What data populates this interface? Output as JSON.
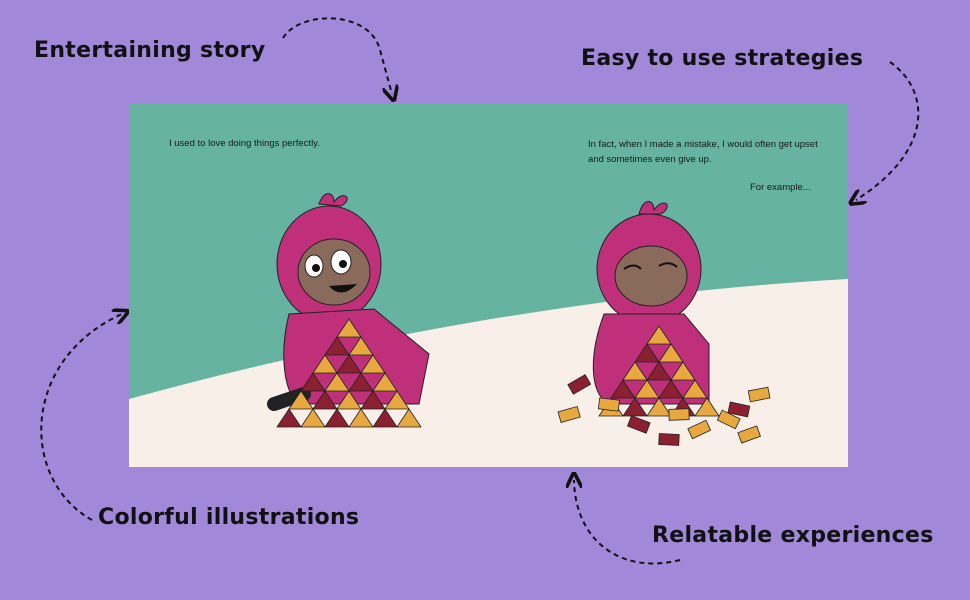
{
  "captions": {
    "top_left": "Entertaining story",
    "top_right": "Easy to use strategies",
    "bottom_left": "Colorful illustrations",
    "bottom_right": "Relatable experiences"
  },
  "book": {
    "left_page": "I used to love doing things perfectly.",
    "right_page_line1": "In fact, when I made a mistake, I would often get upset",
    "right_page_line2": "and sometimes even give up.",
    "right_page_line3": "For example..."
  },
  "colors": {
    "background": "#a188d9",
    "sky": "#65b3a0",
    "ground": "#f8efe9",
    "character": "#c0307a",
    "card_light": "#e8a840",
    "card_dark": "#8a2030"
  }
}
